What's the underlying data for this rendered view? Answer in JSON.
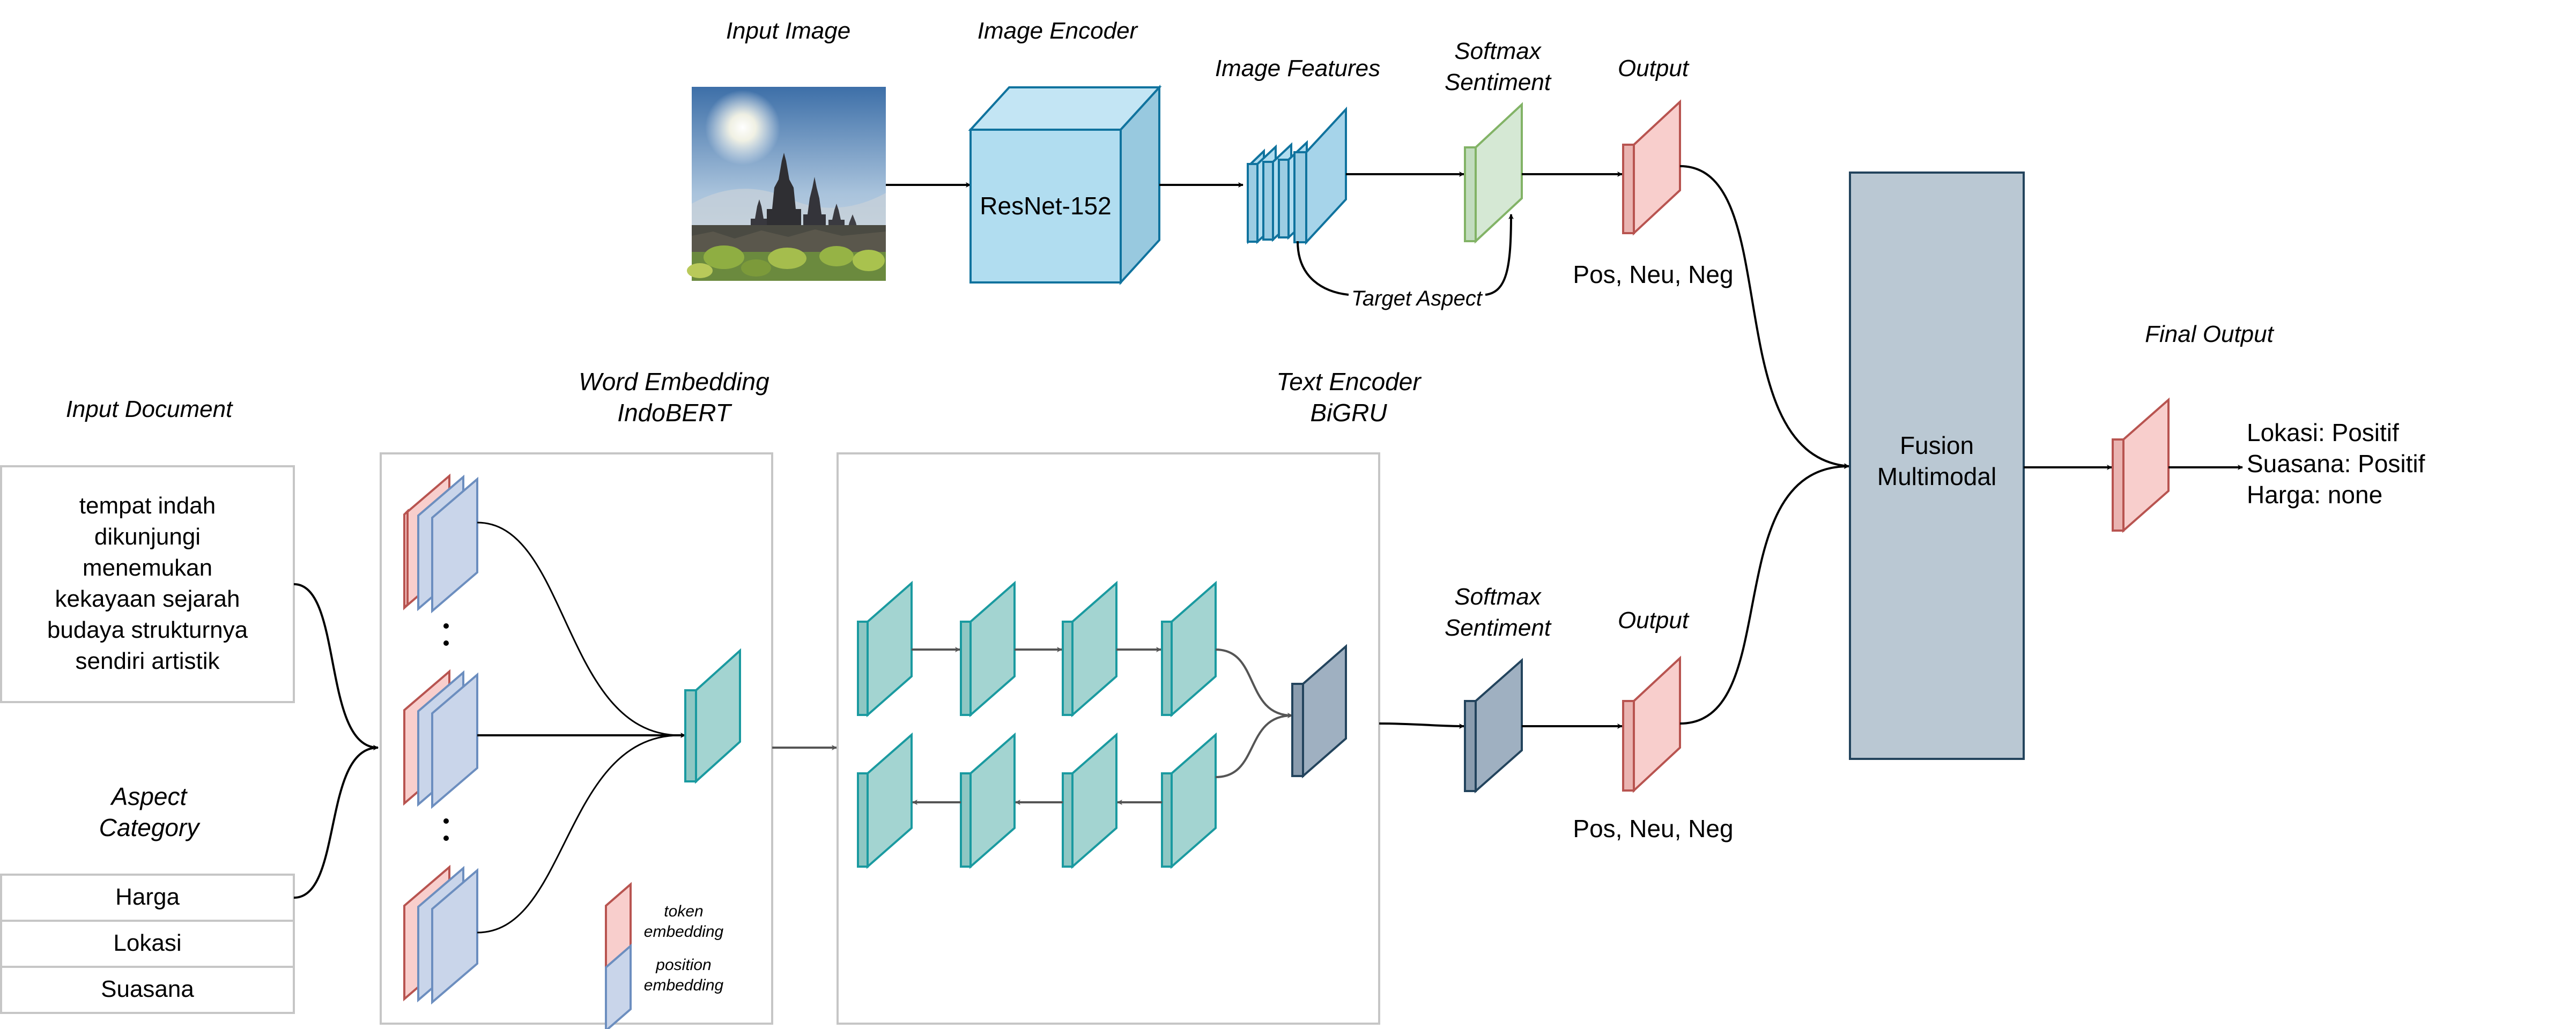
{
  "labels": {
    "input_image": "Input Image",
    "image_encoder": "Image Encoder",
    "resnet": "ResNet-152",
    "image_features": "Image Features",
    "softmax_top_1": "Softmax",
    "softmax_top_2": "Sentiment",
    "output_top": "Output",
    "pos_neu_neg_top": "Pos, Neu, Neg",
    "target_aspect": "Target Aspect",
    "input_document": "Input Document",
    "document_lines": [
      "tempat indah",
      "dikunjungi",
      "menemukan",
      "kekayaan sejarah",
      "budaya strukturnya",
      "sendiri artistik"
    ],
    "aspect_category_1": "Aspect",
    "aspect_category_2": "Category",
    "aspects": [
      "Harga",
      "Lokasi",
      "Suasana"
    ],
    "word_embedding_1": "Word Embedding",
    "word_embedding_2": "IndoBERT",
    "legend_token_1": "token",
    "legend_token_2": "embedding",
    "legend_position_1": "position",
    "legend_position_2": "embedding",
    "text_encoder_1": "Text Encoder",
    "text_encoder_2": "BiGRU",
    "softmax_bottom_1": "Softmax",
    "softmax_bottom_2": "Sentiment",
    "output_bottom": "Output",
    "pos_neu_neg_bottom": "Pos, Neu, Neg",
    "fusion_1": "Fusion",
    "fusion_2": "Multimodal",
    "final_output": "Final Output",
    "final_lines": [
      "Lokasi: Positif",
      "Suasana: Positif",
      "Harga: none"
    ]
  },
  "colors": {
    "resnet_fill": "#b1ddf0",
    "resnet_stroke": "#10739e",
    "feature_fill": "#b1ddf0",
    "feature_stroke": "#10739e",
    "softmax_top_fill": "#d5e8d4",
    "softmax_top_stroke": "#82b366",
    "output_fill": "#f8cecc",
    "output_stroke": "#b85450",
    "teal_fill": "#a3d4d1",
    "teal_stroke": "#1a9aa0",
    "bigru_out_fill": "#9fb0c1",
    "bigru_out_stroke": "#23445d",
    "fusion_fill": "#bac8d3",
    "fusion_stroke": "#23445d",
    "token_fill": "#f8cecc",
    "token_stroke": "#b85450",
    "position_fill": "#c9d5ea",
    "position_stroke": "#6c8ebf",
    "panel_stroke": "#c6c6c6",
    "arrow": "#000000",
    "arrow_grey": "#555555"
  }
}
